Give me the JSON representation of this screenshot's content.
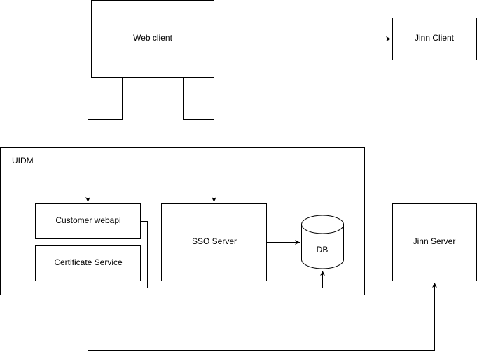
{
  "diagram": {
    "nodes": {
      "web_client": "Web client",
      "jinn_client": "Jinn Client",
      "uidm": "UIDM",
      "customer_webapi": "Customer webapi",
      "certificate_service": "Certificate Service",
      "sso_server": "SSO Server",
      "db": "DB",
      "jinn_server": "Jinn Server"
    },
    "edges": [
      {
        "from": "Web client",
        "to": "Jinn Client"
      },
      {
        "from": "Web client",
        "to": "Customer webapi"
      },
      {
        "from": "Web client",
        "to": "SSO Server"
      },
      {
        "from": "SSO Server",
        "to": "DB"
      },
      {
        "from": "Customer webapi",
        "to": "DB"
      },
      {
        "from": "Certificate Service",
        "to": "Jinn Server"
      }
    ],
    "colors": {
      "stroke": "#000000",
      "fill": "#ffffff"
    }
  }
}
